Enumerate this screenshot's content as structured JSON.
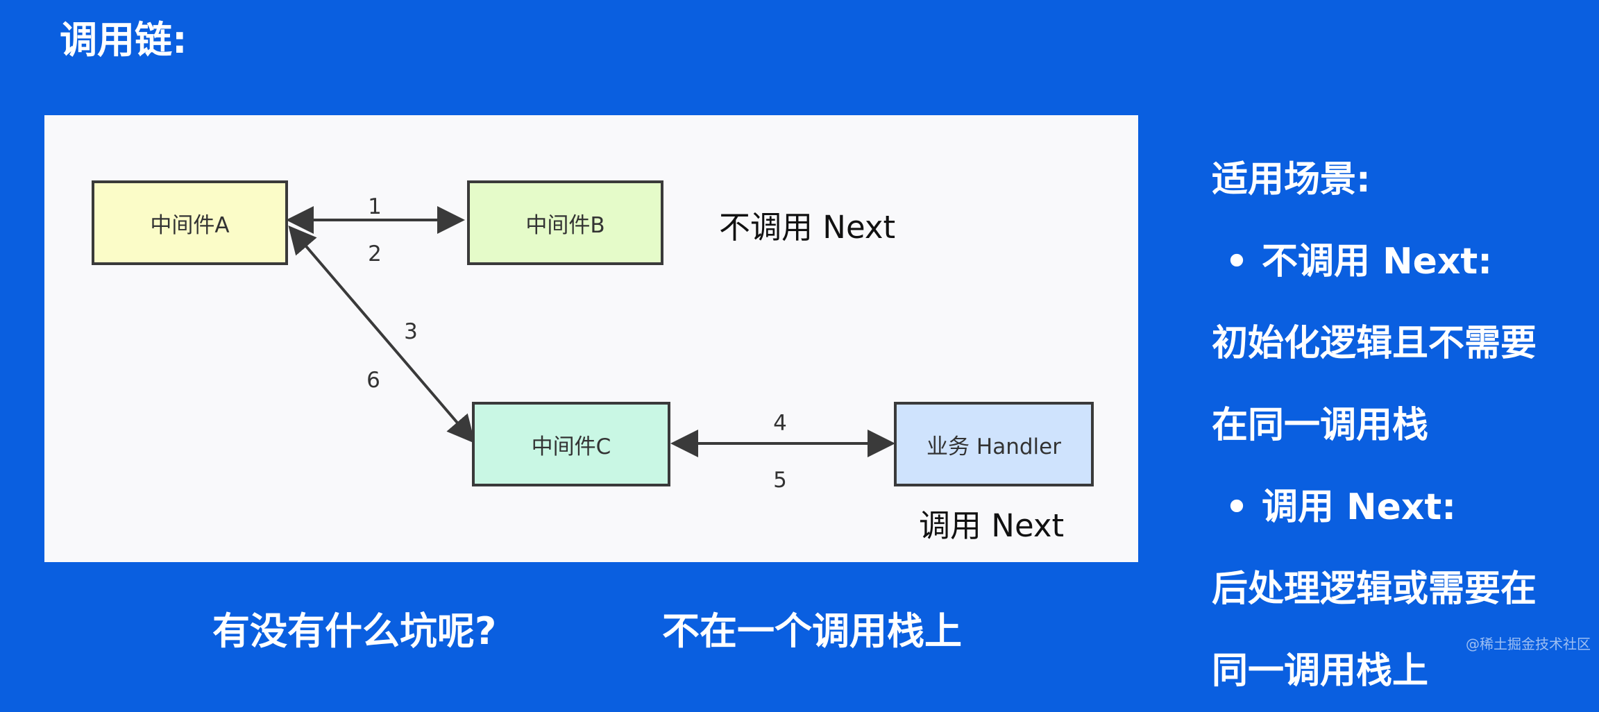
{
  "title": "调用链:",
  "diagram": {
    "nodes": {
      "a": {
        "label": "中间件A",
        "fill": "#fbfcc8"
      },
      "b": {
        "label": "中间件B",
        "fill": "#e5fbc9"
      },
      "c": {
        "label": "中间件C",
        "fill": "#c9f7e4"
      },
      "handler": {
        "label": "业务 Handler",
        "fill": "#cfe3fd"
      }
    },
    "edge_labels": {
      "e1": "1",
      "e2": "2",
      "e3": "3",
      "e6": "6",
      "e4": "4",
      "e5": "5"
    },
    "notes": {
      "no_next": "不调用  Next",
      "call_next": "调用  Next"
    }
  },
  "side": {
    "heading": "适用场景:",
    "bullet_symbol": "•",
    "item1_title": "不调用  Next:",
    "item1_line1": "初始化逻辑且不需要",
    "item1_line2": "在同一调用栈",
    "item2_title": "调用  Next:",
    "item2_line1": "后处理逻辑或需要在",
    "item2_line2": "同一调用栈上"
  },
  "bottom": {
    "question": "有没有什么坑呢?",
    "answer": "不在一个调用栈上"
  },
  "watermark": "@稀土掘金技术社区",
  "colors": {
    "background": "#0a5fe0",
    "panel": "#f9f9fb",
    "stroke": "#3a3a3a"
  }
}
